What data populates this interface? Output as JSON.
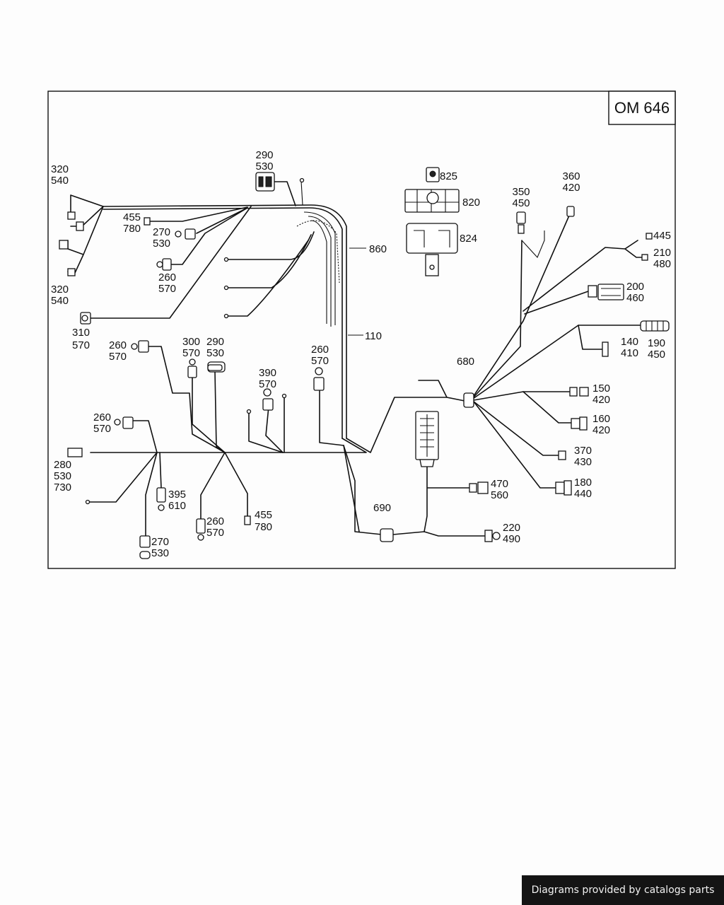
{
  "title": "OM 646",
  "footer": "Diagrams provided by catalogs parts",
  "callouts": {
    "c_290_530": [
      "290",
      "530"
    ],
    "c_825": [
      "825"
    ],
    "c_820": [
      "820"
    ],
    "c_824": [
      "824"
    ],
    "c_860": [
      "860"
    ],
    "c_350_450": [
      "350",
      "450"
    ],
    "c_360_420": [
      "360",
      "420"
    ],
    "c_445": [
      "445"
    ],
    "c_210_480": [
      "210",
      "480"
    ],
    "c_200_460": [
      "200",
      "460"
    ],
    "c_190_450": [
      "190",
      "450"
    ],
    "c_140_410": [
      "140",
      "410"
    ],
    "c_320_540_top": [
      "320",
      "540"
    ],
    "c_320_540_bottom": [
      "320",
      "540"
    ],
    "c_455_780_top": [
      "455",
      "780"
    ],
    "c_270_530_top": [
      "270",
      "530"
    ],
    "c_260_570_a": [
      "260",
      "570"
    ],
    "c_310_570": [
      "310",
      "570"
    ],
    "c_110": [
      "110"
    ],
    "c_260_570_b": [
      "260",
      "570"
    ],
    "c_300_570": [
      "300",
      "570"
    ],
    "c_290_530_b": [
      "290",
      "530"
    ],
    "c_390_570": [
      "390",
      "570"
    ],
    "c_260_570_c": [
      "260",
      "570"
    ],
    "c_680": [
      "680"
    ],
    "c_150_420": [
      "150",
      "420"
    ],
    "c_160_420": [
      "160",
      "420"
    ],
    "c_370_430": [
      "370",
      "430"
    ],
    "c_180_440": [
      "180",
      "440"
    ],
    "c_260_570_d": [
      "260",
      "570"
    ],
    "c_280_530_730": [
      "280",
      "530",
      "730"
    ],
    "c_395_610": [
      "395",
      "610"
    ],
    "c_260_570_e": [
      "260",
      "570"
    ],
    "c_455_780_b": [
      "455",
      "780"
    ],
    "c_270_530_b": [
      "270",
      "530"
    ],
    "c_690": [
      "690"
    ],
    "c_470_560": [
      "470",
      "560"
    ],
    "c_220_490": [
      "220",
      "490"
    ]
  }
}
